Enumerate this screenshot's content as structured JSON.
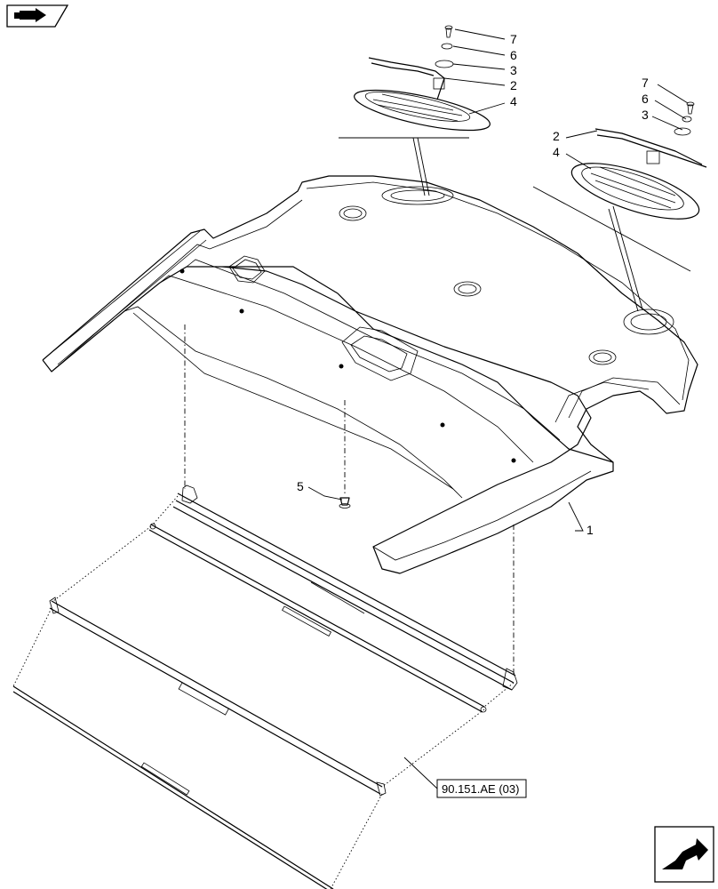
{
  "diagram": {
    "callouts_left_lamp": [
      "7",
      "6",
      "3",
      "2",
      "4"
    ],
    "callouts_right_lamp": [
      "7",
      "6",
      "3",
      "2",
      "4"
    ],
    "callout_headliner": "1",
    "callout_screw": "5",
    "reference_box": "90.151.AE (03)"
  },
  "icons": {
    "top_left": "book-arrow-icon",
    "bottom_right": "next-page-arrow-icon"
  }
}
